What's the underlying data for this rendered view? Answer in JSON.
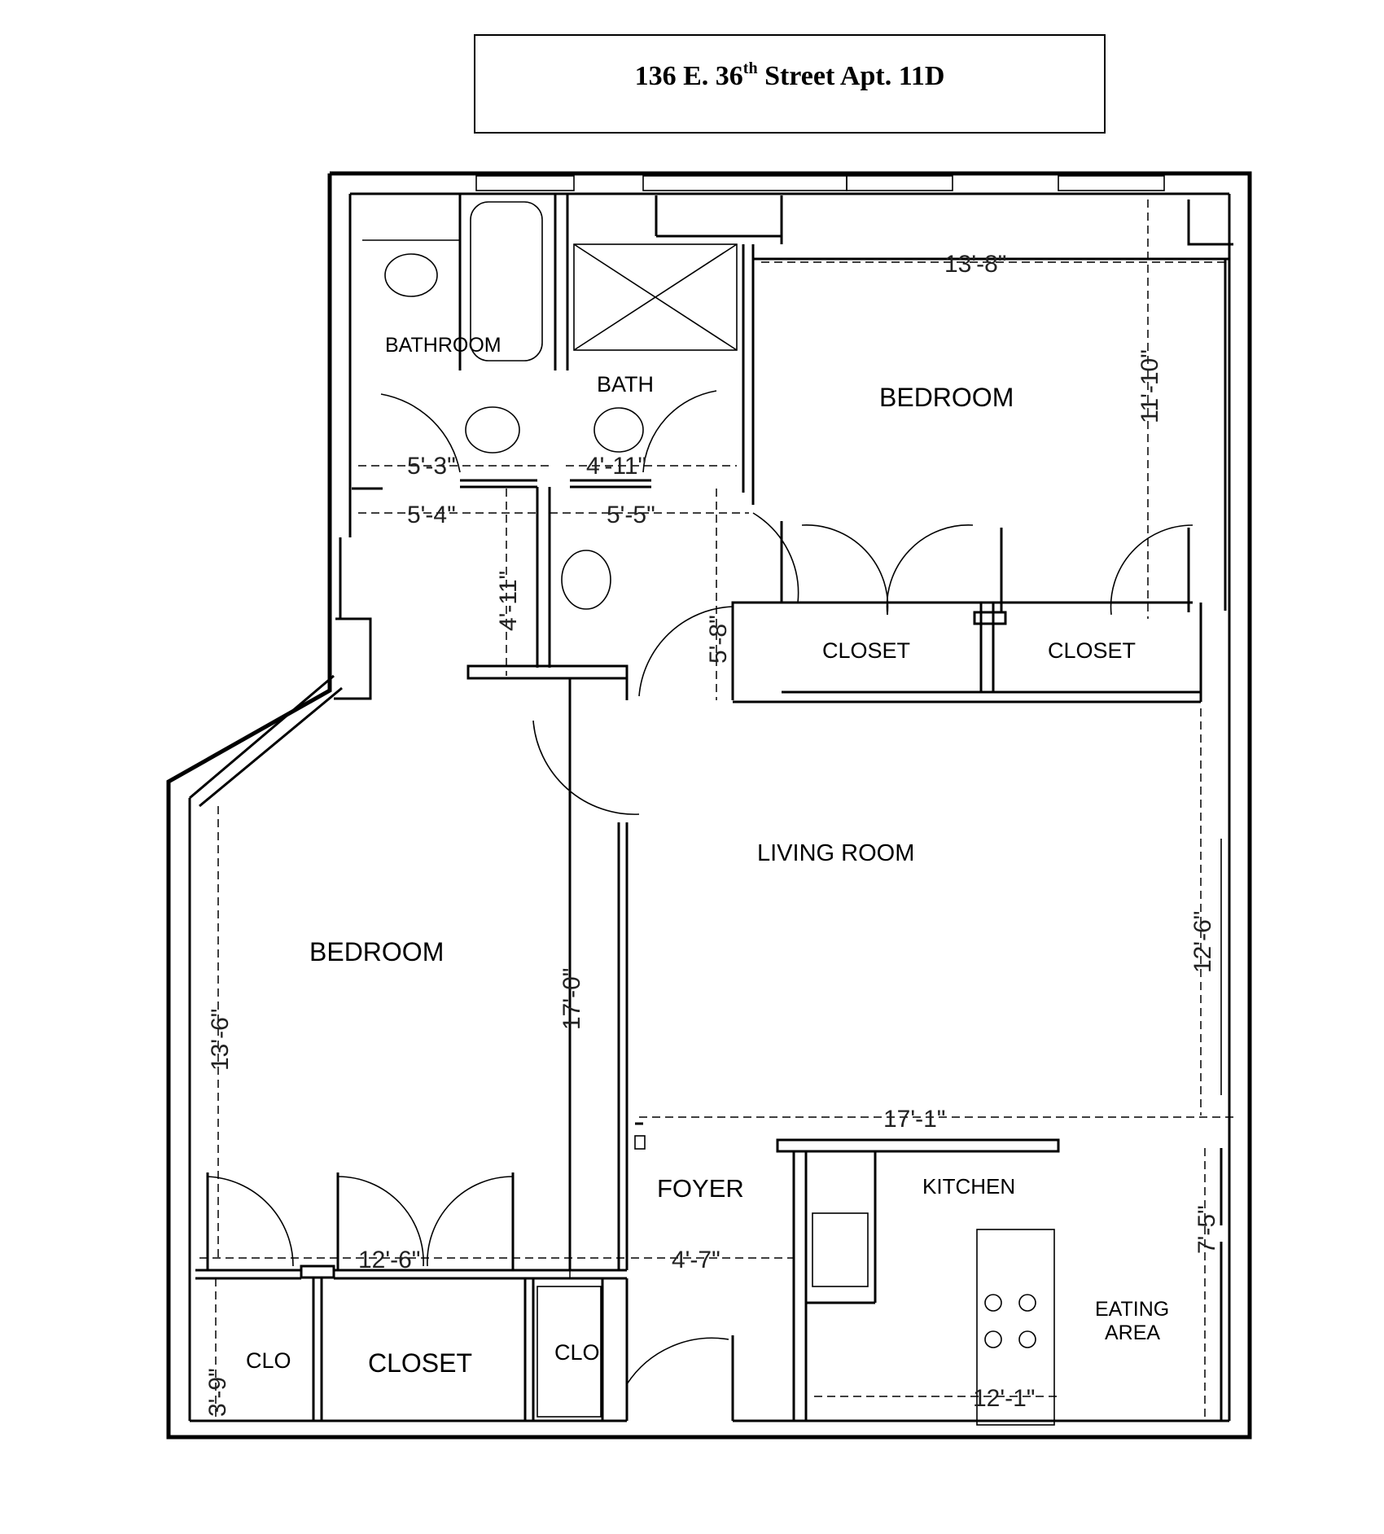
{
  "title": {
    "address_prefix": "136 E. 36",
    "ordinal": "th",
    "address_suffix": " Street Apt. 11D"
  },
  "rooms": {
    "bathroom": "BATHROOM",
    "bath": "BATH",
    "bedroom_1": "BEDROOM",
    "bedroom_2": "BEDROOM",
    "closet_1": "CLOSET",
    "closet_2": "CLOSET",
    "closet_3": "CLOSET",
    "clo_1": "CLO",
    "clo_2": "CLO",
    "living_room": "LIVING ROOM",
    "foyer": "FOYER",
    "kitchen": "KITCHEN",
    "eating_area_line1": "EATING",
    "eating_area_line2": "AREA"
  },
  "dimensions": {
    "bedroom_top_width": "13'-8\"",
    "bedroom_top_depth": "11'-10\"",
    "bath_width_a": "5'-3\"",
    "bath_width_b": "5'-4\"",
    "bath_width_c": "5'-5\"",
    "bath_width_d": "4'-11\"",
    "hall_depth": "4'-11\"",
    "hall_depth_b": "5'-8\"",
    "bedroom_left_depth": "13'-6\"",
    "bedroom_left_width": "12'-6\"",
    "hall_length": "17'-0\"",
    "living_room_width": "17'-1\"",
    "living_room_depth": "12'-6\"",
    "foyer_width": "4'-7\"",
    "closet_depth": "3'-9\"",
    "eating_depth": "7'-5\"",
    "kitchen_width": "12'-1\""
  }
}
